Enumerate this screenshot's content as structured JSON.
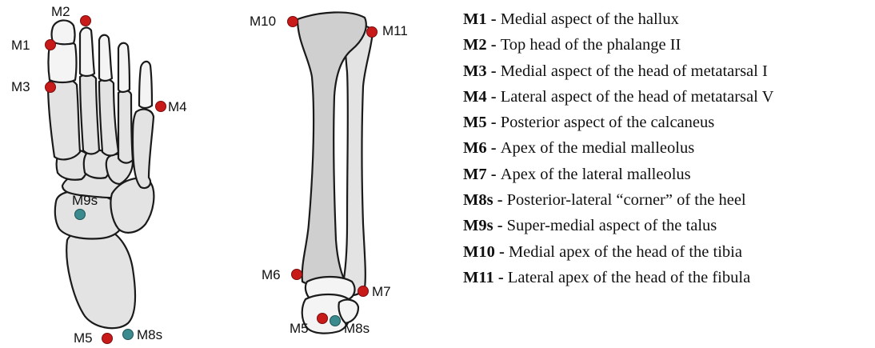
{
  "markers": {
    "foot": {
      "M1": "M1",
      "M2": "M2",
      "M3": "M3",
      "M4": "M4",
      "M9s": "M9s",
      "M5": "M5",
      "M8s": "M8s"
    },
    "leg": {
      "M10": "M10",
      "M11": "M11",
      "M6": "M6",
      "M7": "M7",
      "M5": "M5",
      "M8s": "M8s"
    }
  },
  "legend": [
    {
      "code": "M1",
      "sep": " - ",
      "text": "Medial aspect of the hallux"
    },
    {
      "code": "M2",
      "sep": " - ",
      "text": "Top head of the phalange II"
    },
    {
      "code": "M3",
      "sep": " - ",
      "text": "Medial aspect of the head of metatarsal I"
    },
    {
      "code": "M4",
      "sep": " - ",
      "text": "Lateral aspect of the head of metatarsal V"
    },
    {
      "code": "M5",
      "sep": " - ",
      "text": "Posterior aspect of the calcaneus"
    },
    {
      "code": "M6",
      "sep": " - ",
      "text": "Apex of the medial malleolus"
    },
    {
      "code": "M7",
      "sep": " - ",
      "text": "Apex of the lateral malleolus"
    },
    {
      "code": "M8s",
      "sep": " - ",
      "text": "Posterior-lateral “corner” of the heel"
    },
    {
      "code": "M9s",
      "sep": " - ",
      "text": "Super-medial aspect of the talus"
    },
    {
      "code": "M10",
      "sep": " - ",
      "text": "Medial apex of the head of the tibia"
    },
    {
      "code": "M11",
      "sep": " - ",
      "text": "Lateral apex of the head of the fibula"
    }
  ],
  "colors": {
    "marker_red": "#c91a1a",
    "marker_teal": "#3a8a8e",
    "bone_fill": "#e3e3e3",
    "outline": "#1a1a1a"
  }
}
